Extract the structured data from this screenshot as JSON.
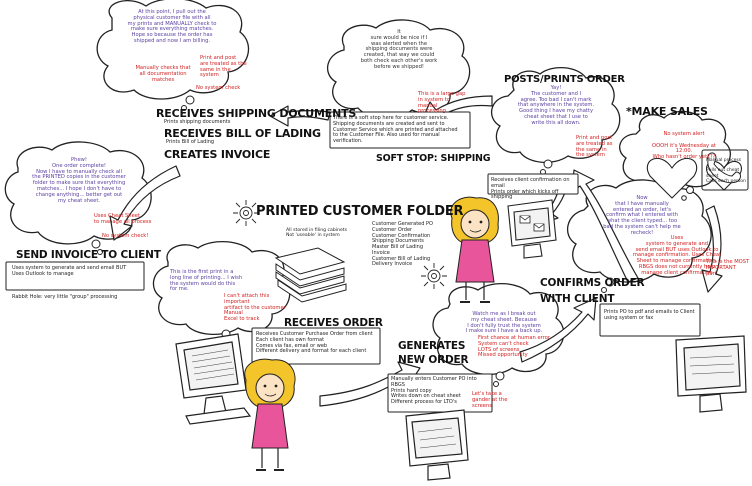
{
  "titles": {
    "receives_shipping_docs": "RECEIVES SHIPPING DOCUMENTS",
    "receives_bill_of_lading": "RECEIVES BILL OF LADING",
    "creates_invoice": "CREATES INVOICE",
    "soft_stop": "SOFT STOP: SHIPPING",
    "posts_prints_order": "POSTS/PRINTS ORDER",
    "make_sales": "*MAKE SALES",
    "printed_customer_folder": "PRINTED CUSTOMER FOLDER",
    "send_invoice": "SEND INVOICE TO CLIENT",
    "confirms_order": "CONFIRMS ORDER\nWITH CLIENT",
    "receives_order": "RECEIVES ORDER",
    "generates_new_order": "GENERATES\nNEW ORDER"
  },
  "boxes": {
    "shipping_docs_sub": "Prints shipping documents",
    "bill_of_lading_sub": "Prints Bill of Lading",
    "soft_stop_box": "There is a soft stop here for customer service.\nShipping documents are created and sent to\nCustomer Service which are printed and attached\nto the Customer File. Also used for manual verification.",
    "posts_box": "Receives client confirmation on email\nPrints order which kicks off shipping",
    "make_sales_box": "Manual process\n\nPulls out cheat sheet\nCalls each person",
    "folder_list": "Customer Generated PO\nCustomer Order\nCustomer Confirmation\nShipping Documents\nMaster Bill of Lading\nInvoice\nCustomer Bill of Lading\nDelivery Invoice",
    "folder_note": "All stored in filing cabinets\nNot 'useable' in system",
    "send_invoice_box": "Uses system to generate and send email BUT\nUses Outlook to manage",
    "send_invoice_note": "Rabbit Hole: very little \"group\" processing",
    "confirms_box": "Prints PO to pdf and emails to Client\nusing system or fax",
    "receives_order_box": "Receives Customer Purchase Order from client\nEach client has own format\nComes via fax, email or web\nDifferent delivery and format for each client",
    "generates_box": "Manually enters Customer PO into RBGS\nPrints hard copy\nWrites down on cheat sheet\nDifferent process for LTO's"
  },
  "bubbles": {
    "top_left": "At this point, I pull out the\nphysical customer file with all\nmy prints and MANUALLY check to\nmake sure everything matches.\nHope so because the order has\nshipped and now I am billing.",
    "top_left_red1": "Manually checks that\nall documentation matches",
    "top_left_red2": "Print and post\nare treated as the\nsame in the system",
    "top_left_red3": "No system check",
    "top_mid": "It\nsure would be nice if I\nwas alerted when the\nshipping documents were\ncreated, that way we could\nboth check each other's work\nbefore we shipped!",
    "top_mid_red": "This is a large gap\nin system to manual\nprocessing",
    "posts_bubble": "Yay!\nThe customer and I\nagree. Too bad I can't mark\nthat anywhere in the system.\nGood thing I have my chatty\ncheat sheet that I use to\nwrite this all down.",
    "posts_red": "Print and post\nare treated as\nthe same in\nthe system",
    "sales_bubble": "No system alert\n\nOOOH it's Wednesday at 12:00.\nWho hasn't order yet???",
    "confirm_bubble": "Now\nthat I have manually\nentered an order, let's\nconfirm what I entered with\nwhat the client typed... too\nbad the system can't help me\nrecheck!",
    "confirm_red": "Uses\nsystem to generate and\nsend email BUT uses Outlook to\nmanage confirmation. Uses Cheat\nSheet to manage confirmation.\nRBGS does not currently help\nmanage client confirmation",
    "confirm_red2": "This is the MOST\nIMPORTANT\npart",
    "invoice_bubble": "Phew!\nOne order complete!\nNow I have to manually check all\nthe PRINTED copies in the customer\nfolder to make sure that everything\nmatches... I hope I don't have to\nchange anything... better get out\nmy cheat sheet.",
    "invoice_red1": "Uses Cheat Sheet\nto manage all process",
    "invoice_red2": "No system check!",
    "receives_bubble": "This is the first print in a\nlong line of printing... I wish\nthe system would do this\nfor me.",
    "receives_red": "I can't attach this important\nartifact to the customer\nManual\nExcel to track",
    "generates_bubble": "Watch me as I break out\nmy cheat sheet. Because\nI don't fully trust the system\nI make sure I have a back up.",
    "generates_red": "First chance at human error\nSystem can't check\nLOTS of screens\nMissed opportunity",
    "generates_red2": "Let's take a\ngander at the\nscreens"
  },
  "colors": {
    "ink": "#222222",
    "note_red": "#d21f1f",
    "note_purple": "#5b3fa0",
    "pink": "#e8559b",
    "skin": "#fbe3c4",
    "hair": "#f4c52b"
  }
}
